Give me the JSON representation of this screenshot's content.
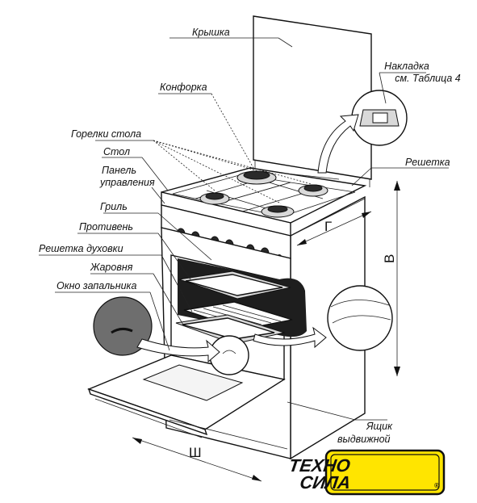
{
  "labels": {
    "lid": "Крышка",
    "overlay_title": "Накладка",
    "overlay_ref": "см. Таблица 4",
    "burner": "Конфорка",
    "hob_burners": "Горелки стола",
    "table": "Стол",
    "panel_1": "Панель",
    "panel_2": "управления",
    "grate": "Решетка",
    "grill": "Гриль",
    "tray": "Противень",
    "oven_rack": "Решетка духовки",
    "roaster": "Жаровня",
    "igniter_window": "Окно запальника",
    "drawer_1": "Ящик",
    "drawer_2": "выдвижной"
  },
  "dimensions": {
    "depth": "Г",
    "height": "В",
    "width": "Ш"
  },
  "logo": {
    "line1": "ТЕХНО",
    "line2": "СИЛА",
    "mark": "®",
    "color": "#ffe500"
  }
}
